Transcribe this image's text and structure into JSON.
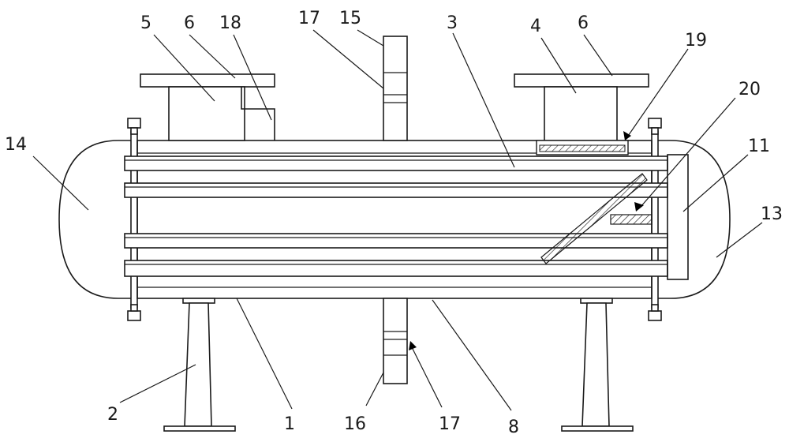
{
  "labels": {
    "l1": "1",
    "l2": "2",
    "l3": "3",
    "l4": "4",
    "l5": "5",
    "l6a": "6",
    "l6b": "6",
    "l8": "8",
    "l11": "11",
    "l13": "13",
    "l14": "14",
    "l15": "15",
    "l16": "16",
    "l17a": "17",
    "l17b": "17",
    "l18": "18",
    "l19": "19",
    "l20": "20"
  },
  "colors": {
    "line": "#1a1a1a",
    "background": "#ffffff"
  }
}
